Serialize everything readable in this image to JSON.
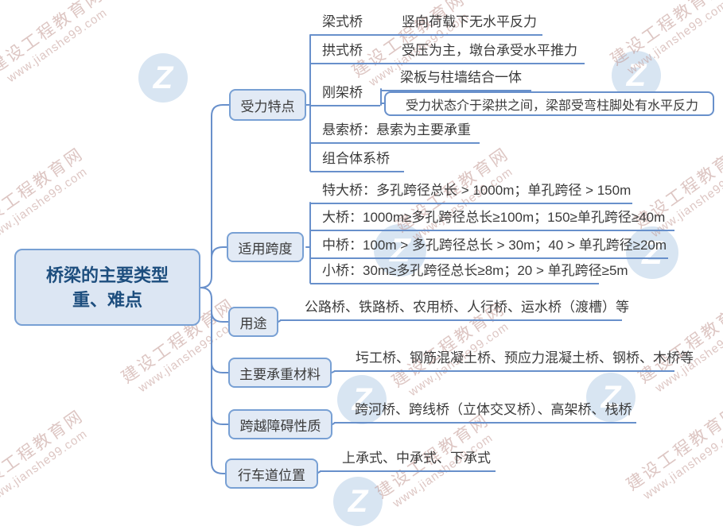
{
  "watermark": {
    "line1": "建设工程教育网",
    "line2": "www.jianshe99.com",
    "logo_letter": "Z"
  },
  "colors": {
    "connector_line": "#6890cb",
    "node_fill": "#e2eaf5",
    "node_border": "#78a0d4",
    "root_fill": "#dce6f3",
    "root_text": "#1d4e7e",
    "leaf_text": "#3b3b3b",
    "watermark_text": "#c19892",
    "watermark_logo": "#d8e5f2"
  },
  "root": {
    "title_line1": "桥梁的主要类型",
    "title_line2": "重、难点"
  },
  "branches": [
    {
      "label": "受力特点",
      "leaves": {
        "liangshi": {
          "term": "梁式桥",
          "desc": "竖向荷载下无水平反力"
        },
        "gongshi": {
          "term": "拱式桥",
          "desc": "受压为主，墩台承受水平推力"
        },
        "gangjia": {
          "term": "刚架桥",
          "child1": "梁板与柱墙结合一体",
          "child2": "受力状态介于梁拱之间，梁部受弯柱脚处有水平反力"
        },
        "xuansuo": {
          "text": "悬索桥：悬索为主要承重"
        },
        "zuhe": {
          "text": "组合体系桥"
        }
      }
    },
    {
      "label": "适用跨度",
      "leaves": {
        "teda": "特大桥：多孔跨径总长 > 1000m；单孔跨径 > 150m",
        "da": "大桥：1000m≥多孔跨径总长≥100m；150≥单孔跨径≥40m",
        "zhong": "中桥：100m > 多孔跨径总长 > 30m；40 > 单孔跨径≥20m",
        "xiao": "小桥：30m≥多孔跨径总长≥8m；20 > 单孔跨径≥5m"
      }
    },
    {
      "label": "用途",
      "leaf": "公路桥、铁路桥、农用桥、人行桥、运水桥（渡槽）等"
    },
    {
      "label": "主要承重材料",
      "leaf": "圬工桥、钢筋混凝土桥、预应力混凝土桥、钢桥、木桥等"
    },
    {
      "label": "跨越障碍性质",
      "leaf": "跨河桥、跨线桥（立体交叉桥）、高架桥、栈桥"
    },
    {
      "label": "行车道位置",
      "leaf": "上承式、中承式、下承式"
    }
  ]
}
